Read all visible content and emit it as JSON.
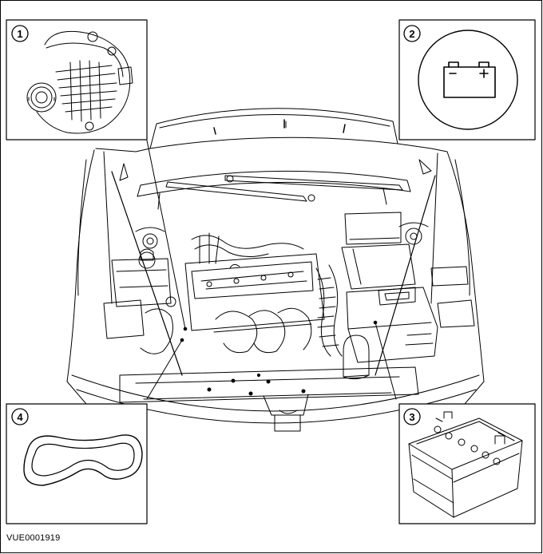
{
  "callouts": [
    {
      "number": "1",
      "component": "alternator"
    },
    {
      "number": "2",
      "component": "battery-warning-lamp"
    },
    {
      "number": "3",
      "component": "battery"
    },
    {
      "number": "4",
      "component": "drive-belt"
    }
  ],
  "reference_code": "VUE0001919",
  "colors": {
    "line": "#000000",
    "background": "#ffffff"
  }
}
